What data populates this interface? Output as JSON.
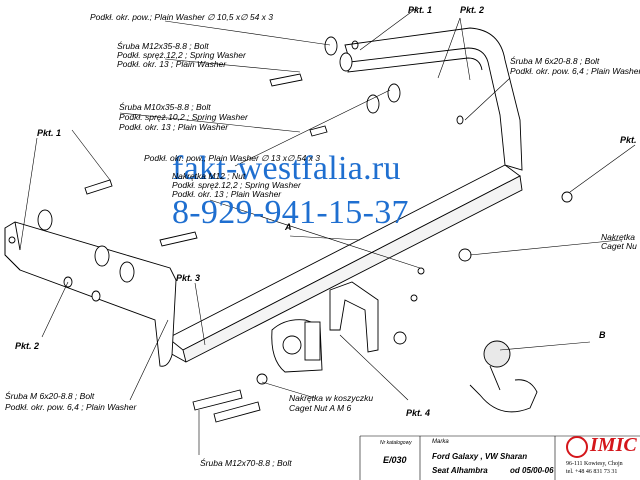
{
  "watermark": {
    "site": "fakt-westfalia.ru",
    "phone": "8-929-941-15-37",
    "color": "#1f6fd0"
  },
  "labels": {
    "washer_top_1": "Podkł. okr. pow.; Plain Washer ∅ 10,5 x∅ 54 x 3",
    "bolt_m12x35_1": "Śruba M12x35-8.8 ;  Bolt",
    "bolt_m12x35_2": "Podkł. spręż.12,2 ; Spring Washer",
    "bolt_m12x35_3": "Podkł. okr. 13 ; Plain Washer",
    "bolt_m10_1": "Śruba M10x35-8.8 ;  Bolt",
    "bolt_m10_2": "Podkł. spręż.10,2 ; Spring Washer",
    "bolt_m10_3": "Podkł. okr. 13 ; Plain Washer",
    "washer_mid_1": "Podkł. okr. pow.; Plain Washer ∅ 13 x∅ 54 x 3",
    "nut_m12_1": "Nakrętka  M12 ; Nut",
    "nut_m12_2": "Podkł. spręż.12,2 ; Spring Washer",
    "nut_m12_3": "Podkł. okr. 13 ; Plain Washer",
    "bolt_m6_right_1": "Śruba M 6x20-8.8 ;  Bolt",
    "bolt_m6_right_2": "Podkł. okr. pow. 6,4 ; Plain Washer",
    "bolt_m6_left_1": "Śruba M 6x20-8.8 ;  Bolt",
    "bolt_m6_left_2": "Podkł. okr. pow. 6,4 ; Plain Washer",
    "caget_right_1": "Nakrętka",
    "caget_right_2": "Caget Nu",
    "caget_bottom_1": "Nakrętka w koszyczku",
    "caget_bottom_2": "Caget Nut A M 6",
    "bolt_m12x70": "Śruba M12x70-8.8 ;  Bolt",
    "letter_a": "A",
    "letter_b": "B"
  },
  "pkt": {
    "p1_top": "Pkt. 1",
    "p2_top": "Pkt. 2",
    "p1_left": "Pkt. 1",
    "p2_left": "Pkt. 2",
    "p3": "Pkt. 3",
    "p4": "Pkt. 4",
    "p_right": "Pkt."
  },
  "title_block": {
    "catalog_label": "Nr katalogowy",
    "catalog_value": "E/030",
    "brand_label": "Marka",
    "model_line1": "Ford Galaxy , VW Sharan",
    "model_line2": "Seat Alhambra",
    "date": "od  05/00-06"
  },
  "logo": {
    "name": "IMIC",
    "address1": "96-111 Kowiesy, Chojn",
    "address2": "tel. +48 46 831 73 31",
    "color": "#d4161b"
  }
}
